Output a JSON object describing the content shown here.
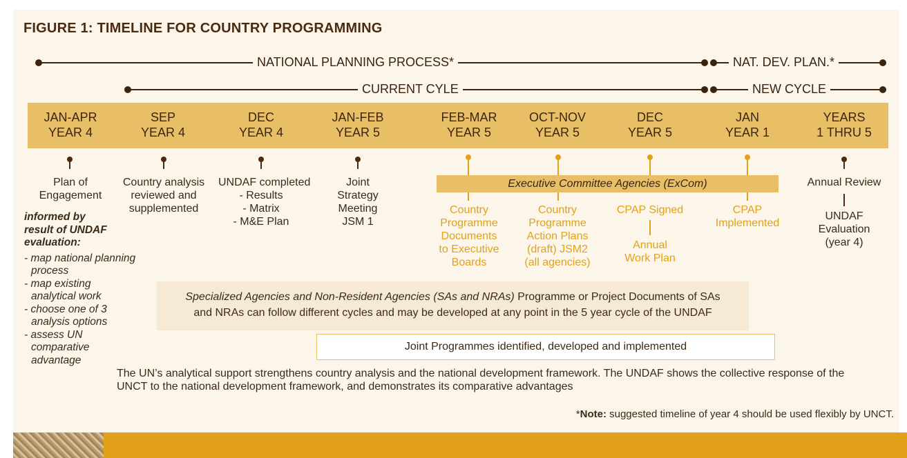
{
  "title": "FIGURE 1: TIMELINE FOR COUNTRY PROGRAMMING",
  "spans": {
    "national_planning": "NATIONAL PLANNING PROCESS*",
    "current_cycle": "CURRENT CYLE",
    "nat_dev_plan": "NAT. DEV. PLAN.*",
    "new_cycle": "NEW CYCLE"
  },
  "columns": [
    {
      "l1": "JAN-APR",
      "l2": "YEAR 4"
    },
    {
      "l1": "SEP",
      "l2": "YEAR 4"
    },
    {
      "l1": "DEC",
      "l2": "YEAR 4"
    },
    {
      "l1": "JAN-FEB",
      "l2": "YEAR 5"
    },
    {
      "l1": "FEB-MAR",
      "l2": "YEAR 5"
    },
    {
      "l1": "OCT-NOV",
      "l2": "YEAR 5"
    },
    {
      "l1": "DEC",
      "l2": "YEAR 5"
    },
    {
      "l1": "JAN",
      "l2": "YEAR 1"
    },
    {
      "l1": "YEARS",
      "l2": "1 THRU 5"
    }
  ],
  "descriptions": {
    "c0": [
      "Plan of",
      "Engagement"
    ],
    "c1": [
      "Country analysis",
      "reviewed and",
      "supplemented"
    ],
    "c2": [
      "UNDAF completed",
      "- Results",
      "- Matrix",
      "- M&E Plan"
    ],
    "c3": [
      "Joint",
      "Strategy",
      "Meeting",
      "JSM 1"
    ],
    "c4": [
      "Country",
      "Programme",
      "Documents",
      "to Executive",
      "Boards"
    ],
    "c5": [
      "Country",
      "Programme",
      "Action Plans",
      "(draft) JSM2",
      "(all agencies)"
    ],
    "c6a": "CPAP Signed",
    "c6b": [
      "Annual",
      "Work Plan"
    ],
    "c7": [
      "CPAP",
      "Implemented"
    ],
    "c8a": "Annual Review",
    "c8b": [
      "UNDAF",
      "Evaluation",
      "(year 4)"
    ]
  },
  "excom": "Executive Committee Agencies (ExCom)",
  "left_notes": {
    "head": [
      "informed by",
      "result of UNDAF",
      "evaluation:"
    ],
    "items": [
      "- map national planning process",
      "- map existing analytical work",
      "- choose one of 3 analysis options",
      "- assess UN comparative advantage"
    ]
  },
  "sa_box": {
    "italic": "Specialized Agencies and Non-Resident Agencies (SAs and NRAs)",
    "rest1": " Programme or Project Documents of SAs",
    "rest2": "and NRAs can follow different cycles and may be developed at any point in the 5 year cycle of the UNDAF"
  },
  "joint_programmes": "Joint Programmes identified, developed and implemented",
  "bottom_text": "The UN’s analytical support strengthens country analysis and the national development framework. The UNDAF shows the collective response of the UNCT to the national development framework, and demonstrates its comparative advantages",
  "note": {
    "star": "*",
    "bold": "Note:",
    "rest": " suggested timeline of year 4 should be used flexibly by UNCT."
  },
  "colors": {
    "brown": "#4a2b12",
    "gold": "#e3a11b",
    "bar": "#e8bf66",
    "panel": "#fbf5ea"
  }
}
